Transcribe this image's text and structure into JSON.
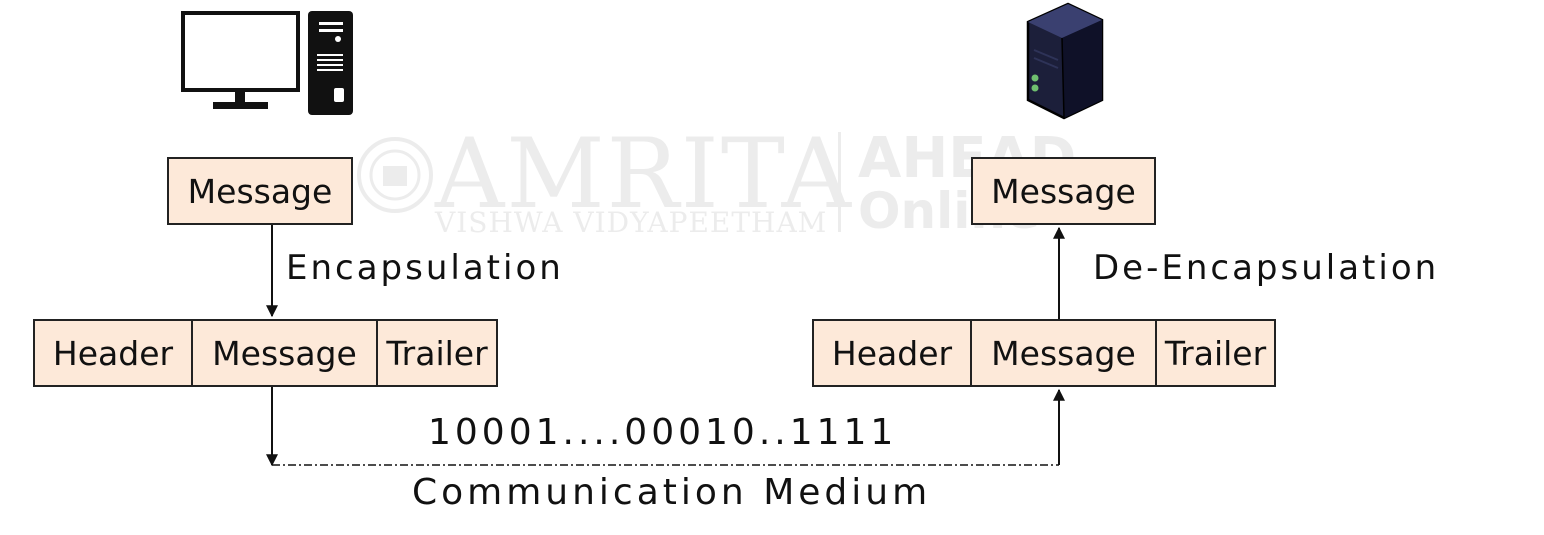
{
  "watermark": {
    "brand": "AMRITA",
    "sub": "VISHWA VIDYAPEETHAM",
    "right_top": "AHEAD",
    "right_bottom": "Online"
  },
  "sender": {
    "icon": "desktop-computer-icon",
    "message": "Message",
    "process_label": "Encapsulation",
    "frame": {
      "header": "Header",
      "message": "Message",
      "trailer": "Trailer"
    }
  },
  "receiver": {
    "icon": "server-tower-icon",
    "message": "Message",
    "process_label": "De-Encapsulation",
    "frame": {
      "header": "Header",
      "message": "Message",
      "trailer": "Trailer"
    }
  },
  "medium": {
    "bits": "10001....00010..1111",
    "label": "Communication Medium"
  },
  "colors": {
    "box_fill": "#fde9d9",
    "box_border": "#222222",
    "watermark": "#ececec",
    "server_body": "#1c1f3a"
  }
}
